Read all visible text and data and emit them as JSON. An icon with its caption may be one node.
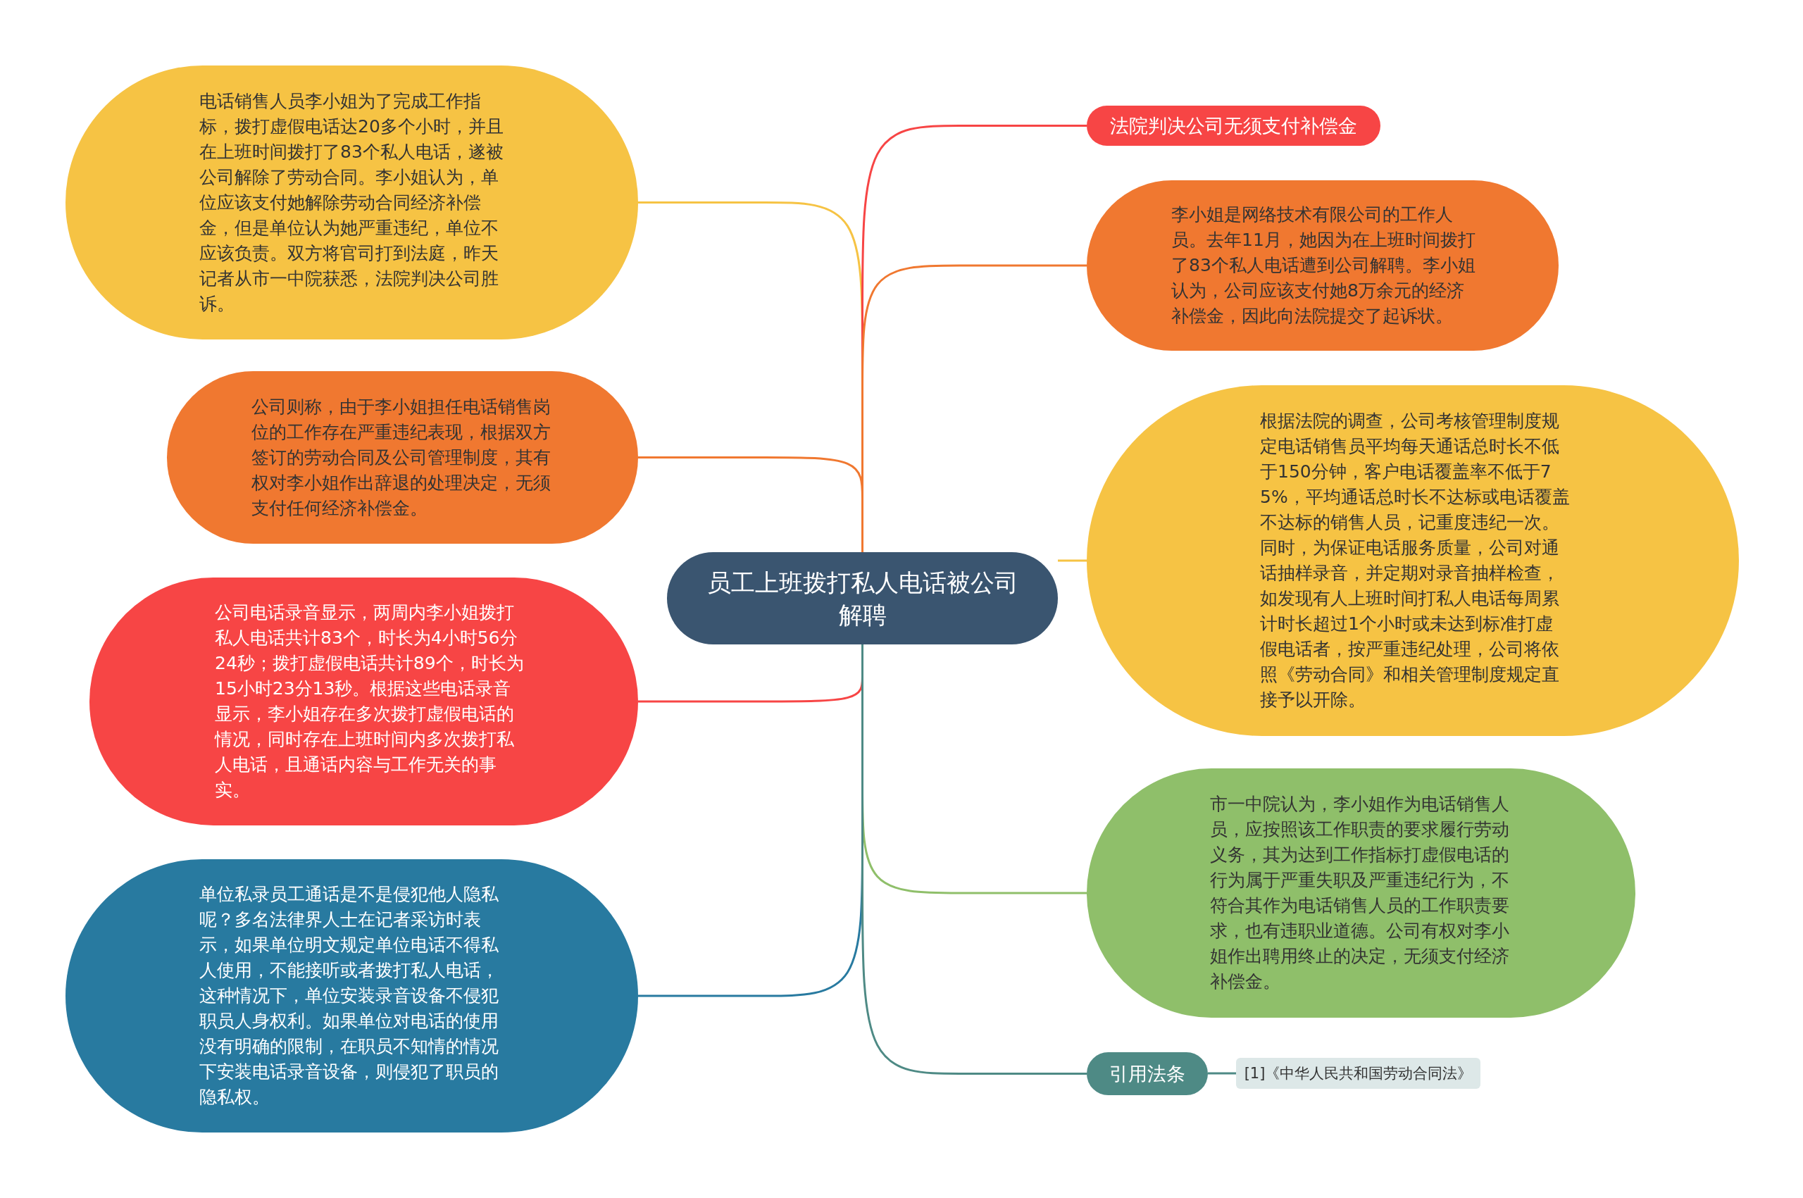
{
  "diagram": {
    "nodes": [
      {
        "text": [
          "员工上班拨打私人电话被公司解聘"
        ]
      },
      {
        "text": [
          "电话销售人员李小姐为了完成工作指标，拨打虚假电话达20多个小时，并且在上班时间拨打了83个私人电话，遂被公司解除了劳动合同。李小姐认为，单位应该支付她解除劳动合同经济补偿金，但是单位认为她严重违纪，单位不应该负责。双方将官司打到法庭，昨天记者从市一中院获悉，法院判决公司胜诉。"
        ]
      },
      {
        "text": [
          "公司则称，由于李小姐担任电话销售岗位的工作存在严重违纪表现，根据双方签订的劳动合同及公司管理制度，其有权对李小姐作出辞退的处理决定，无须支付任何经济补偿金。"
        ]
      },
      {
        "text": [
          "公司电话录音显示，两周内李小姐拨打私人电话共计83个，时长为4小时56分24秒；拨打虚假电话共计89个，时长为15小时23分13秒。根据这些电话录音显示，李小姐存在多次拨打虚假电话的情况，同时存在上班时间内多次拨打私人电话，且通话内容与工作无关的事实。"
        ]
      },
      {
        "text": [
          "单位私录员工通话是不是侵犯他人隐私呢？多名法律界人士在记者采访时表示，如果单位明文规定单位电话不得私人使用，不能接听或者拨打私人电话，这种情况下，单位安装录音设备不侵犯职员人身权利。如果单位对电话的使用没有明确的限制，在职员不知情的情况下安装电话录音设备，则侵犯了职员的隐私权。"
        ]
      },
      {
        "text": [
          "法院判决公司无须支付补偿金"
        ]
      },
      {
        "text": [
          "李小姐是网络技术有限公司的工作人员。去年11月，她因为在上班时间拨打了83个私人电话遭到公司解聘。李小姐认为，公司应该支付她8万余元的经济补偿金，因此向法院提交了起诉状。"
        ]
      },
      {
        "text": [
          "根据法院的调查，公司考核管理制度规定电话销售员平均每天通话总时长不低于150分钟，客户电话覆盖率不低于75%，平均通话总时长不达标或电话覆盖不达标的销售人员，记重度违纪一次。同时，为保证电话服务质量，公司对通话抽样录音，并定期对录音抽样检查，如发现有人上班时间打私人电话每周累计时长超过1个小时或未达到标准打虚假电话者，按严重违纪处理，公司将依照《劳动合同》和相关管理制度规定直接予以开除。"
        ]
      },
      {
        "text": [
          "市一中院认为，李小姐作为电话销售人员，应按照该工作职责的要求履行劳动义务，其为达到工作指标打虚假电话的行为属于严重失职及严重违纪行为，不符合其作为电话销售人员的工作职责要求，也有违职业道德。公司有权对李小姐作出聘用终止的决定，无须支付经济补偿金。"
        ]
      },
      {
        "text": [
          "引用法条"
        ]
      },
      {
        "text": [
          "[1]《中华人民共和国劳动合同法》"
        ]
      }
    ],
    "edges": [
      {
        "from": 0,
        "to": 1,
        "arrow": "none",
        "color": "#f6c344"
      },
      {
        "from": 0,
        "to": 2,
        "arrow": "none",
        "color": "#f07830"
      },
      {
        "from": 0,
        "to": 3,
        "arrow": "none",
        "color": "#f74545"
      },
      {
        "from": 0,
        "to": 4,
        "arrow": "none",
        "color": "#287aa0"
      },
      {
        "from": 0,
        "to": 5,
        "arrow": "none",
        "color": "#f74545"
      },
      {
        "from": 0,
        "to": 6,
        "arrow": "none",
        "color": "#f07830"
      },
      {
        "from": 0,
        "to": 7,
        "arrow": "none",
        "color": "#f6c344"
      },
      {
        "from": 0,
        "to": 8,
        "arrow": "none",
        "color": "#8fbf6a"
      },
      {
        "from": 0,
        "to": 9,
        "arrow": "none",
        "color": "#4e8a85"
      },
      {
        "from": 9,
        "to": 10,
        "arrow": "none",
        "color": "#4e8a85"
      }
    ]
  }
}
